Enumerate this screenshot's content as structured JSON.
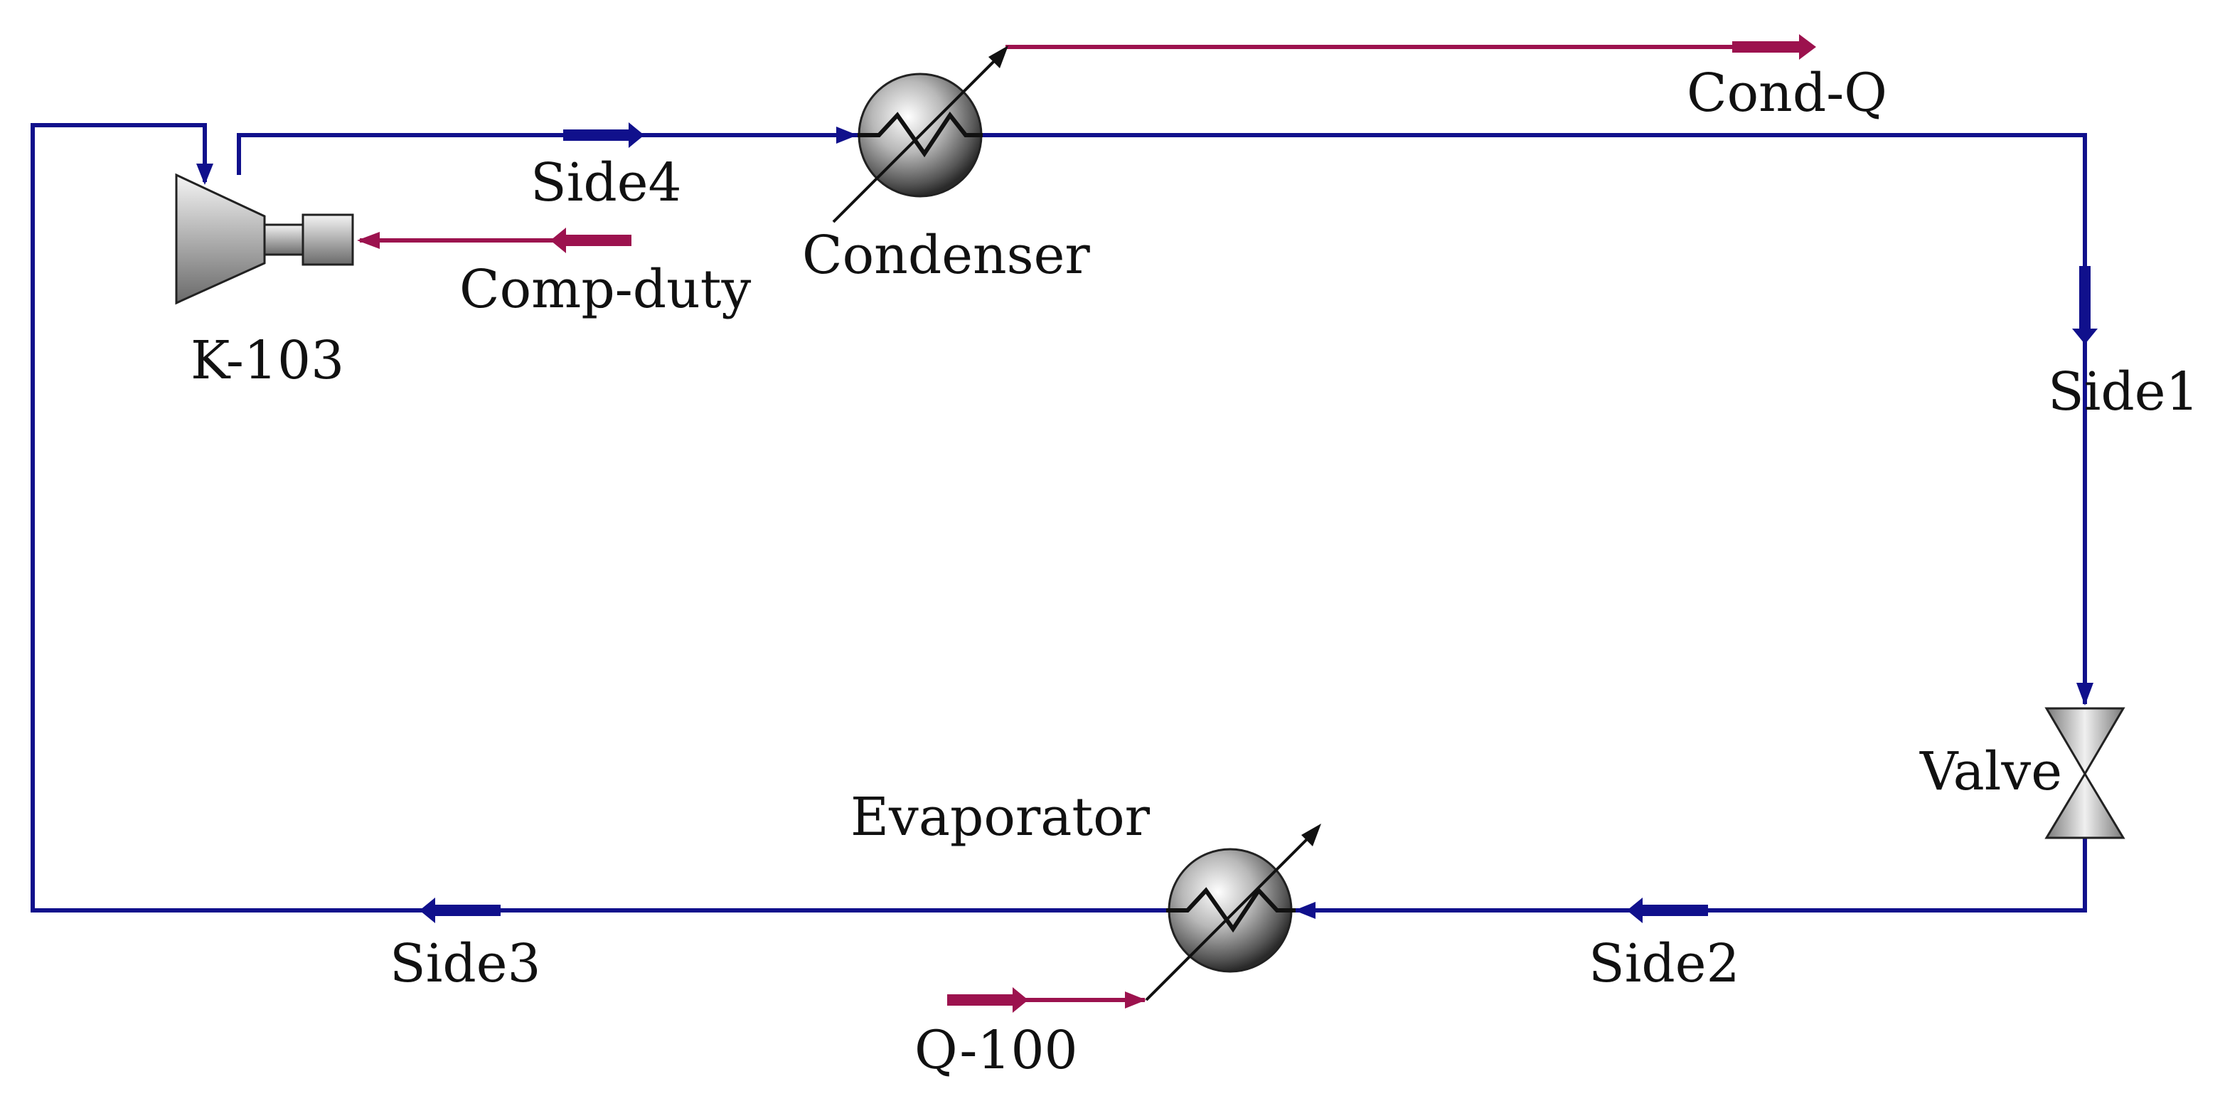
{
  "colors": {
    "material_stream": "#10108c",
    "energy_stream": "#9c124e",
    "equipment_dark": "#1a1a1a",
    "background": "#ffffff"
  },
  "units": {
    "compressor": {
      "label": "K-103",
      "icon": "compressor-icon"
    },
    "condenser": {
      "label": "Condenser",
      "icon": "heat-exchanger-icon"
    },
    "evaporator": {
      "label": "Evaporator",
      "icon": "heat-exchanger-icon"
    },
    "valve": {
      "label": "Valve",
      "icon": "valve-icon"
    }
  },
  "streams": {
    "side1": "Side1",
    "side2": "Side2",
    "side3": "Side3",
    "side4": "Side4",
    "cond_q": "Cond-Q",
    "comp_duty": "Comp-duty",
    "q_100": "Q-100"
  }
}
